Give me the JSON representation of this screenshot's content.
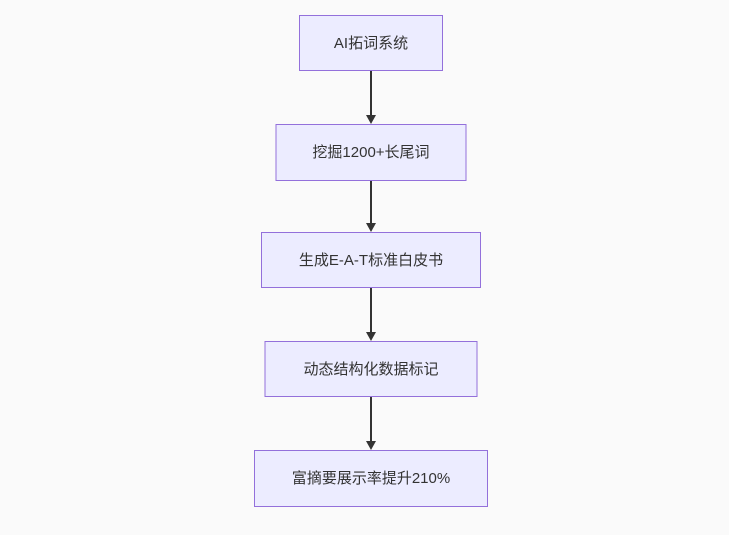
{
  "diagram": {
    "type": "flowchart",
    "direction": "top-down",
    "colors": {
      "background": "#fafafa",
      "node_fill": "#ececff",
      "node_border": "#9370db",
      "arrow": "#333333",
      "text": "#333333"
    },
    "nodes": [
      {
        "label": "AI拓词系统"
      },
      {
        "label": "挖掘1200+长尾词"
      },
      {
        "label": "生成E-A-T标准白皮书"
      },
      {
        "label": "动态结构化数据标记"
      },
      {
        "label": "富摘要展示率提升210%"
      }
    ],
    "edges": [
      {
        "from": 0,
        "to": 1
      },
      {
        "from": 1,
        "to": 2
      },
      {
        "from": 2,
        "to": 3
      },
      {
        "from": 3,
        "to": 4
      }
    ]
  }
}
